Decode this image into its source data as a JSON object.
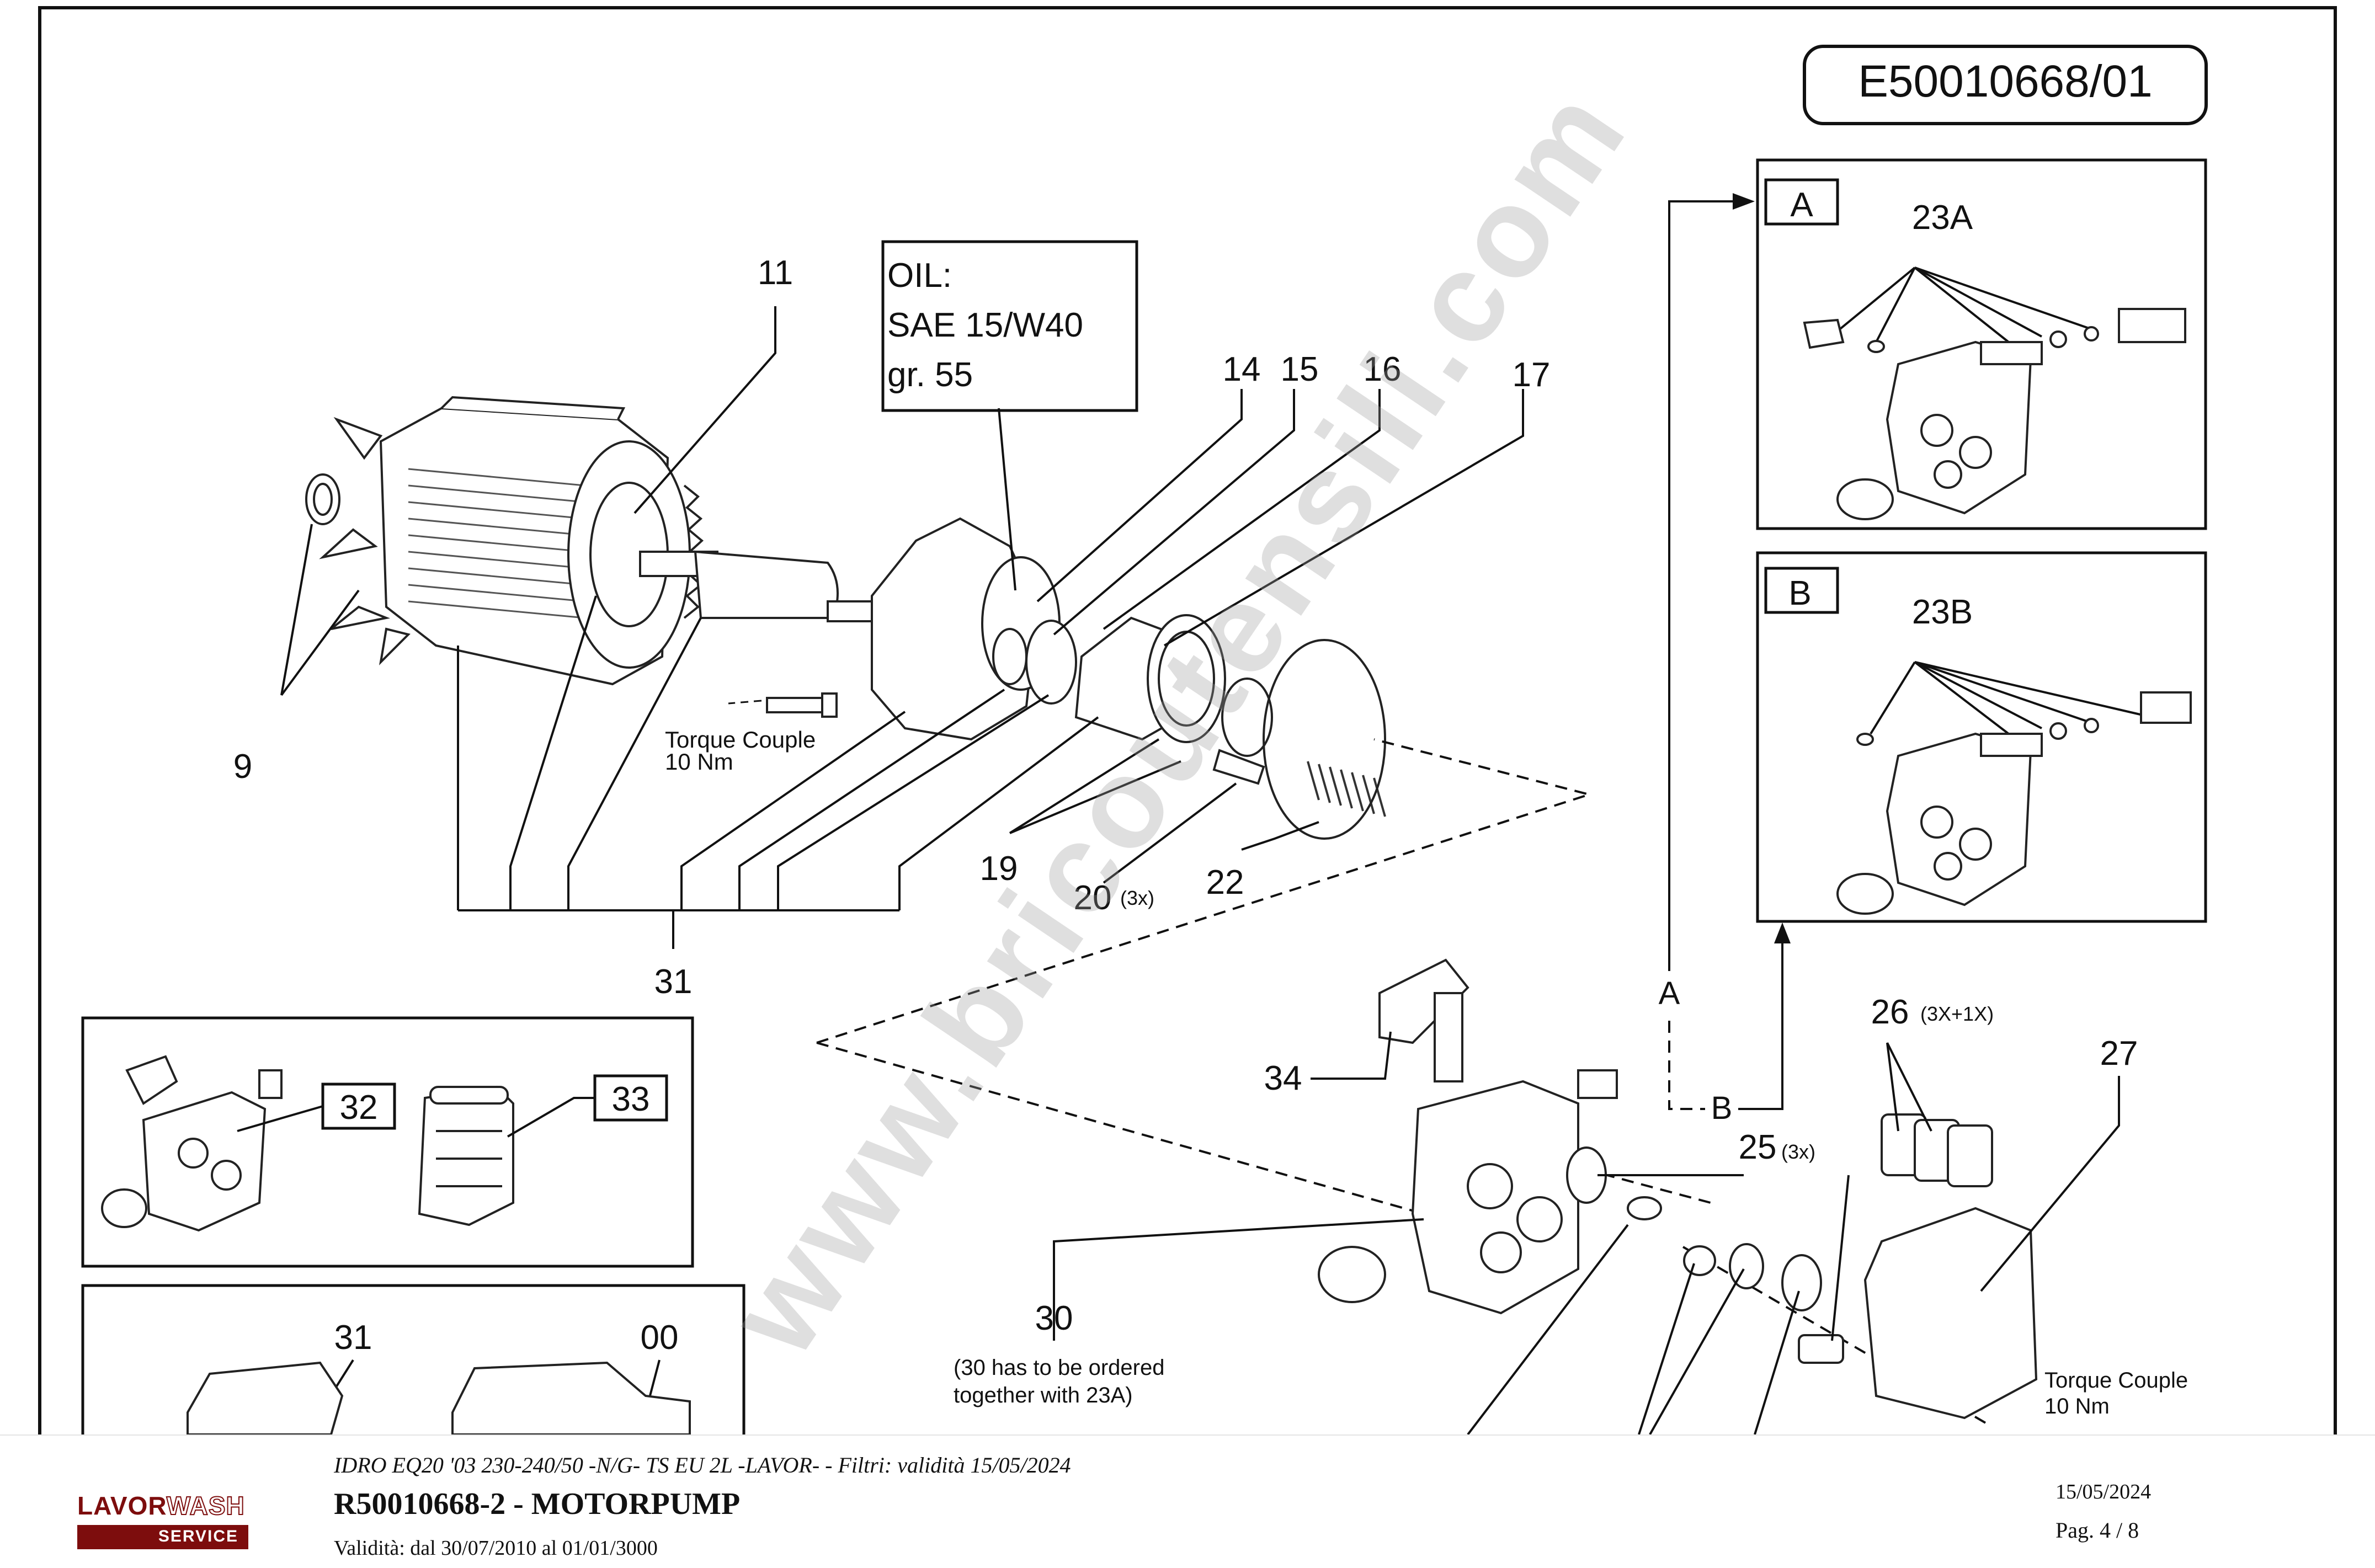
{
  "doc_code": "E50010668/01",
  "oil_box": {
    "line1": "OIL:",
    "line2": "SAE 15/W40",
    "line3": "gr.  55"
  },
  "callouts": {
    "c11": "11",
    "c14": "14",
    "c15": "15",
    "c16": "16",
    "c17": "17",
    "c9": "9",
    "c19": "19",
    "c20": "20",
    "c20_qty": "(3x)",
    "c22": "22",
    "c31": "31",
    "c34": "34",
    "c30": "30",
    "c30_note_1": "(30 has to be ordered",
    "c30_note_2": "together with 23A)",
    "c25": "25",
    "c25_qty": "(3x)",
    "c26": "26",
    "c26_qty": "(3X+1X)",
    "c27": "27",
    "c32": "32",
    "c33": "33",
    "c31b": "31",
    "c00": "00"
  },
  "torque_1": {
    "line1": "Torque Couple",
    "line2": "10 Nm"
  },
  "torque_2": {
    "line1": "Torque Couple",
    "line2": "10 Nm"
  },
  "inset_a": {
    "tag": "A",
    "label": "23A"
  },
  "inset_b": {
    "tag": "B",
    "label": "23B"
  },
  "flow": {
    "a": "A",
    "b": "B"
  },
  "watermark": "www.bricoutensili.com",
  "footer": {
    "brand_a": "LAVOR",
    "brand_b": "WASH",
    "brand_service": "SERVICE",
    "model_line": "IDRO EQ20 '03 230-240/50 -N/G- TS EU 2L -LAVOR- - Filtri: validità 15/05/2024",
    "title": "R50010668-2 - MOTORPUMP",
    "validity": "Validità: dal 30/07/2010 al 01/01/3000",
    "date": "15/05/2024",
    "page": "Pag. 4 / 8"
  }
}
